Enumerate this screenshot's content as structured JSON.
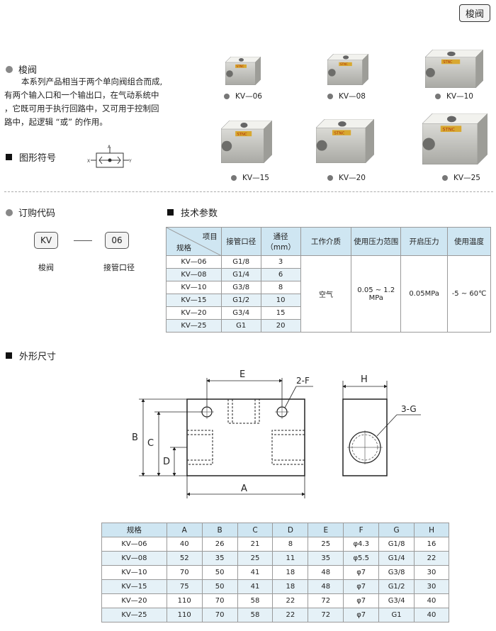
{
  "tag": "梭阀",
  "intro": {
    "title": "梭阀",
    "lines": [
      "本系列产品相当于两个单向阀组合而成,",
      "有两个输入口和一个输出口，在气动系统中",
      "，它既可用于执行回路中，又可用于控制回",
      "路中，起逻辑 “或” 的作用。"
    ]
  },
  "symbol": {
    "title": "图形符号",
    "a": "A",
    "x": "X",
    "y": "Y"
  },
  "products": [
    {
      "label": "KV—06",
      "brand": "STNC"
    },
    {
      "label": "KV—08",
      "brand": "STNC"
    },
    {
      "label": "KV—10",
      "brand": "STNC"
    },
    {
      "label": "KV—15",
      "brand": "STNC"
    },
    {
      "label": "KV—20",
      "brand": "STNC"
    },
    {
      "label": "KV—25",
      "brand": "STNC"
    }
  ],
  "order": {
    "title": "订购代码",
    "code1": "KV",
    "cap1": "梭阀",
    "code2": "06",
    "cap2": "接管口径"
  },
  "tech": {
    "title": "技术参数",
    "corner_top": "项目",
    "corner_bottom": "规格",
    "headers": [
      "接管口径",
      "通径（mm）",
      "工作介质",
      "使用压力范围",
      "开启压力",
      "使用温度"
    ],
    "rows": [
      [
        "KV—06",
        "G1/8",
        "3"
      ],
      [
        "KV—08",
        "G1/4",
        "6"
      ],
      [
        "KV—10",
        "G3/8",
        "8"
      ],
      [
        "KV—15",
        "G1/2",
        "10"
      ],
      [
        "KV—20",
        "G3/4",
        "15"
      ],
      [
        "KV—25",
        "G1",
        "20"
      ]
    ],
    "medium": "空气",
    "pressure_l1": "0.05 ~ 1.2",
    "pressure_l2": "MPa",
    "open_pressure": "0.05MPa",
    "temperature": "-5 ~ 60℃"
  },
  "dims_title": "外形尺寸",
  "drawing": {
    "E": "E",
    "F": "2-F",
    "H": "H",
    "G": "3-G",
    "A": "A",
    "B": "B",
    "C": "C",
    "D": "D"
  },
  "dims": {
    "headers": [
      "规格",
      "A",
      "B",
      "C",
      "D",
      "E",
      "F",
      "G",
      "H"
    ],
    "rows": [
      [
        "KV—06",
        "40",
        "26",
        "21",
        "8",
        "25",
        "φ4.3",
        "G1/8",
        "16"
      ],
      [
        "KV—08",
        "52",
        "35",
        "25",
        "11",
        "35",
        "φ5.5",
        "G1/4",
        "22"
      ],
      [
        "KV—10",
        "70",
        "50",
        "41",
        "18",
        "48",
        "φ7",
        "G3/8",
        "30"
      ],
      [
        "KV—15",
        "75",
        "50",
        "41",
        "18",
        "48",
        "φ7",
        "G1/2",
        "30"
      ],
      [
        "KV—20",
        "110",
        "70",
        "58",
        "22",
        "72",
        "φ7",
        "G3/4",
        "40"
      ],
      [
        "KV—25",
        "110",
        "70",
        "58",
        "22",
        "72",
        "φ7",
        "G1",
        "40"
      ]
    ]
  }
}
